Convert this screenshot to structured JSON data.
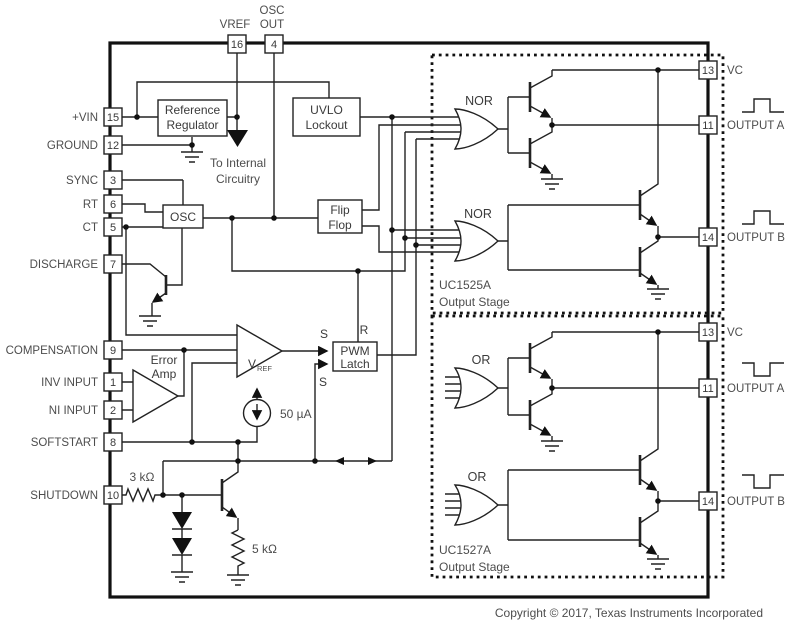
{
  "top_pins": {
    "vref": {
      "label": "VREF",
      "num": "16"
    },
    "osc_out": {
      "label_line1": "OSC",
      "label_line2": "OUT",
      "num": "4"
    }
  },
  "left_pins": [
    {
      "name": "+VIN",
      "num": "15"
    },
    {
      "name": "GROUND",
      "num": "12"
    },
    {
      "name": "SYNC",
      "num": "3"
    },
    {
      "name": "RT",
      "num": "6"
    },
    {
      "name": "CT",
      "num": "5"
    },
    {
      "name": "DISCHARGE",
      "num": "7"
    },
    {
      "name": "COMPENSATION",
      "num": "9"
    },
    {
      "name": "INV INPUT",
      "num": "1"
    },
    {
      "name": "NI INPUT",
      "num": "2"
    },
    {
      "name": "SOFTSTART",
      "num": "8"
    },
    {
      "name": "SHUTDOWN",
      "num": "10"
    }
  ],
  "blocks": {
    "reference_regulator": {
      "line1": "Reference",
      "line2": "Regulator"
    },
    "uvlo": {
      "line1": "UVLO",
      "line2": "Lockout"
    },
    "osc": {
      "label": "OSC"
    },
    "flip_flop": {
      "line1": "Flip",
      "line2": "Flop"
    },
    "pwm_latch": {
      "line1": "PWM",
      "line2": "Latch",
      "s_top": "S",
      "r": "R",
      "s_bottom": "S"
    },
    "error_amp": {
      "line1": "Error",
      "line2": "Amp"
    },
    "comparator": {
      "label_main": "V",
      "label_sub": "REF"
    }
  },
  "annotations": {
    "to_internal_line1": "To Internal",
    "to_internal_line2": "Circuitry",
    "current_source": "50 µA",
    "shutdown_resistor": "3 kΩ",
    "emitter_resistor": "5 kΩ"
  },
  "uc1525a": {
    "gate_top": "NOR",
    "gate_bottom": "NOR",
    "name_line1": "UC1525A",
    "name_line2": "Output Stage",
    "pin_vc": {
      "num": "13",
      "label": "VC"
    },
    "pin_out_a": {
      "num": "11",
      "label": "OUTPUT A"
    },
    "pin_out_b": {
      "num": "14",
      "label": "OUTPUT B"
    }
  },
  "uc1527a": {
    "gate_top": "OR",
    "gate_bottom": "OR",
    "name_line1": "UC1527A",
    "name_line2": "Output Stage",
    "pin_vc": {
      "num": "13",
      "label": "VC"
    },
    "pin_out_a": {
      "num": "11",
      "label": "OUTPUT A"
    },
    "pin_out_b": {
      "num": "14",
      "label": "OUTPUT B"
    }
  },
  "footer": {
    "copyright": "Copyright © 2017, Texas Instruments Incorporated"
  },
  "colors": {
    "wire": "#222222",
    "text": "#4d4d4d",
    "background": "#ffffff"
  }
}
